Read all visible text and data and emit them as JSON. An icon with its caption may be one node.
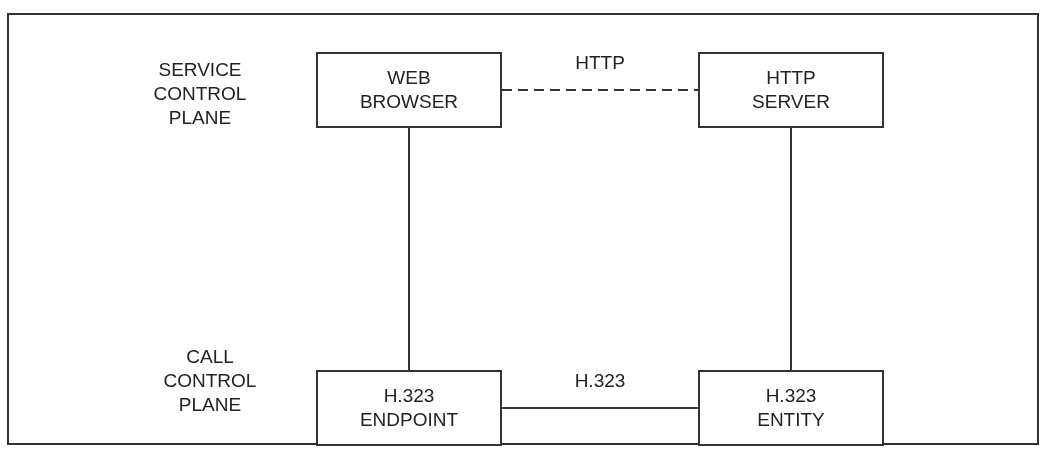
{
  "diagram": {
    "nodes": [
      {
        "text": [
          "WEB BROWSER"
        ]
      },
      {
        "text": [
          "HTTP SERVER"
        ]
      },
      {
        "text": [
          "H.323 ENDPOINT"
        ]
      },
      {
        "text": [
          "H.323 ENTITY"
        ]
      }
    ],
    "edges": [
      {
        "from": 0,
        "to": 1,
        "arrow": "none",
        "label": "HTTP",
        "style": "dashed"
      },
      {
        "from": 0,
        "to": 2,
        "arrow": "none"
      },
      {
        "from": 1,
        "to": 3,
        "arrow": "none"
      },
      {
        "from": 2,
        "to": 3,
        "arrow": "none",
        "label": "H.323"
      }
    ],
    "labels": [
      "SERVICE CONTROL PLANE",
      "CALL CONTROL PLANE"
    ]
  }
}
